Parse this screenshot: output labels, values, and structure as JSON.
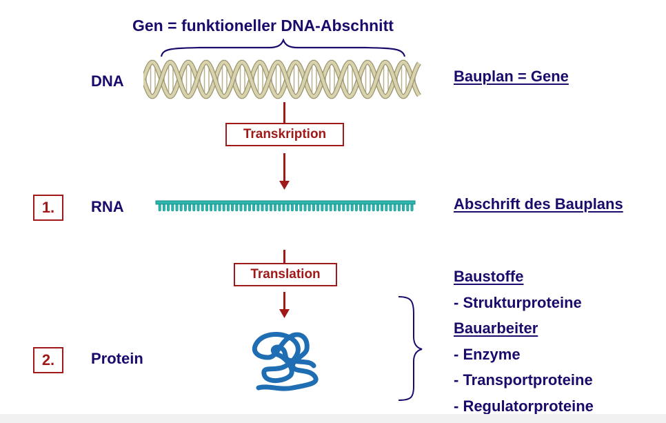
{
  "title": "Gen = funktioneller DNA-Abschnitt",
  "rows": {
    "dna": {
      "label": "DNA",
      "description": "Bauplan = Gene"
    },
    "rna": {
      "step": "1.",
      "label": "RNA",
      "description": "Abschrift des Bauplans"
    },
    "protein": {
      "step": "2.",
      "label": "Protein"
    }
  },
  "processes": {
    "transcription": "Transkription",
    "translation": "Translation"
  },
  "protein_functions": {
    "groups": [
      {
        "heading": "Baustoffe",
        "items": [
          "-  Strukturproteine"
        ]
      },
      {
        "heading": "Bauarbeiter",
        "items": [
          "-  Enzyme",
          "-  Transportproteine",
          "-  Regulatorproteine"
        ]
      }
    ]
  },
  "colors": {
    "text_navy": "#1a0a6b",
    "accent_red": "#a01818",
    "rna_teal": "#2bb5ad",
    "protein_blue": "#1f6db3",
    "dna_beige": "#c9c29a"
  }
}
